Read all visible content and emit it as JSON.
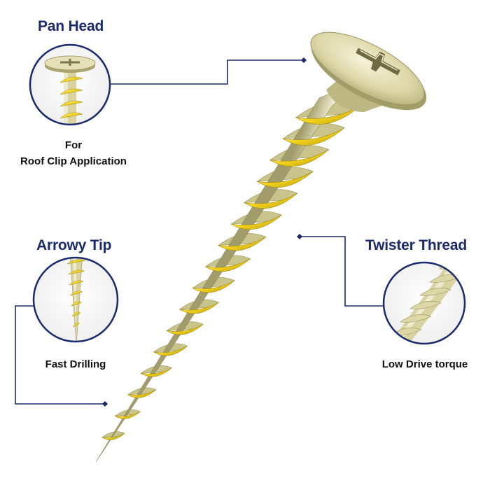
{
  "callouts": {
    "pan_head": {
      "title": "Pan Head",
      "caption_line1": "For",
      "caption_line2": "Roof Clip Application"
    },
    "arrowy_tip": {
      "title": "Arrowy Tip",
      "caption": "Fast Drilling"
    },
    "twister_thread": {
      "title": "Twister Thread",
      "caption": "Low Drive torque"
    }
  },
  "colors": {
    "accent_navy": "#1a2a6c",
    "caption_text": "#111111",
    "screw_gold": "#d8d3a0",
    "thread_yellow": "#f2d21a"
  },
  "icons": {
    "screw": "wood-screw-illustration",
    "pan_head_zoom": "pan-head-zoom-icon",
    "arrowy_tip_zoom": "arrowy-tip-zoom-icon",
    "twister_thread_zoom": "twister-thread-zoom-icon"
  }
}
